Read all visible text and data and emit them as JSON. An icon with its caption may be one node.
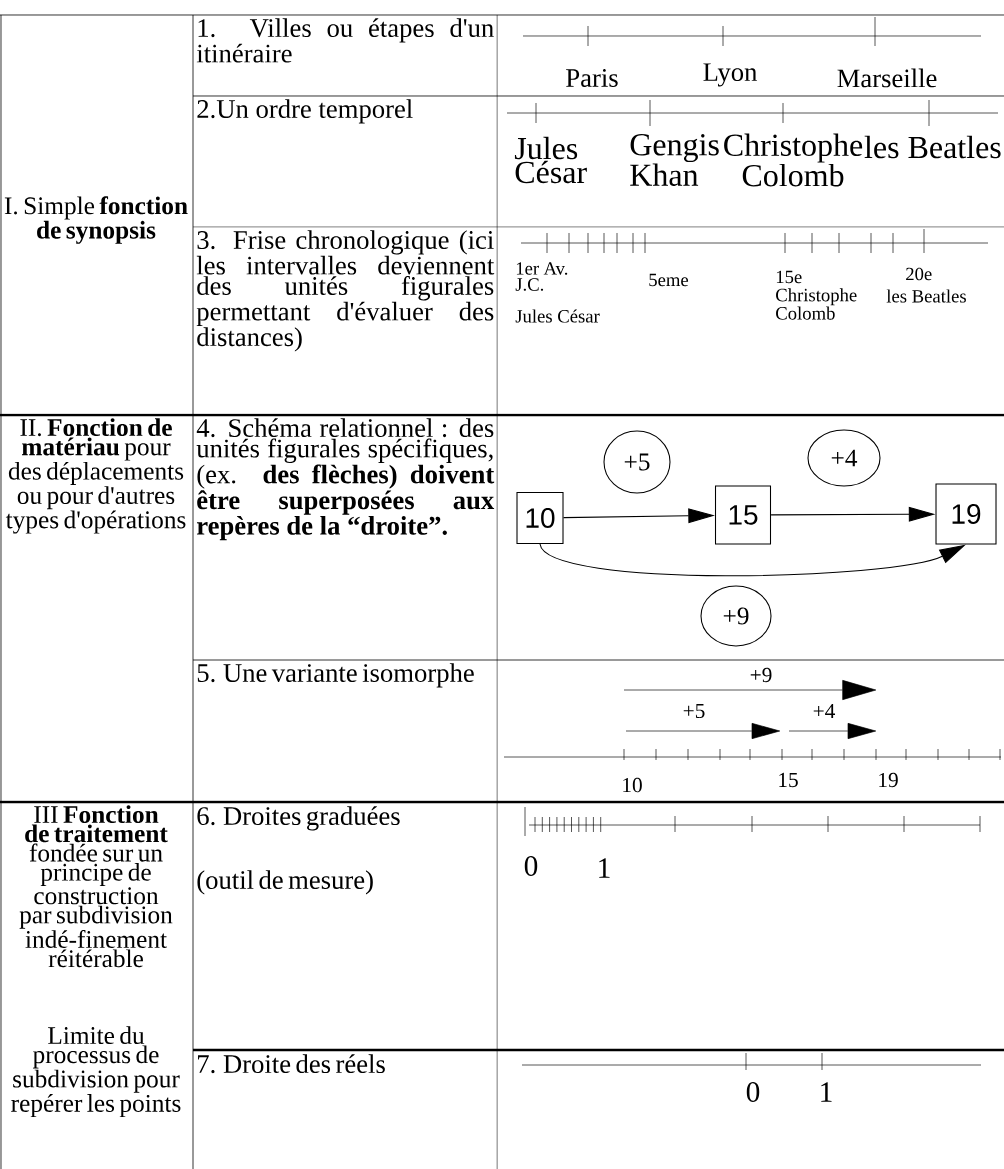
{
  "diagram": {
    "nodes": [
      {
        "text": [
          "10"
        ]
      },
      {
        "text": [
          "15"
        ]
      },
      {
        "text": [
          "19"
        ]
      },
      {
        "text": [
          "+5"
        ]
      },
      {
        "text": [
          "+4"
        ]
      },
      {
        "text": [
          "+9"
        ]
      }
    ],
    "edges": [
      {
        "from": 0,
        "to": 1,
        "arrow": "to"
      },
      {
        "from": 1,
        "to": 2,
        "arrow": "to"
      },
      {
        "from": 0,
        "to": 2,
        "arrow": "to"
      }
    ],
    "labels": [
      "I. Simple **fonction de synopsis**",
      "1. Villes ou étapes d'un itinéraire",
      "Paris",
      "Lyon",
      "Marseille",
      "2.Un ordre temporel",
      "Jules César",
      "Gengis Khan",
      "Christophe Colomb",
      "les Beatles",
      "3. Frise chronologique (ici les intervalles deviennent des unités figurales permettant d'évaluer des distances)",
      "1er Av. J.C.",
      "Jules César",
      "5eme",
      "15e",
      "20e",
      "Christophe Colomb",
      "les Beatles",
      "II. **Fonction de matériau** pour des déplacements ou pour d'autres types d'opérations",
      "4. Schéma relationnel : des unités figurales spécifiques, (ex. **des flèches) doivent être superposées aux repères de la “droite”.**",
      "5. Une variante isomorphe",
      "+9",
      "+5",
      "+4",
      "10",
      "15",
      "19",
      "III **Fonction de traitement** fondée sur un principe de construction par subdivision indé-finement réitérable",
      "Limite du processus de subdivision pour repérer les points",
      "6. Droites graduées",
      "(outil de mesure)",
      "0",
      "1",
      "7. Droite des réels",
      "0",
      "1"
    ]
  }
}
